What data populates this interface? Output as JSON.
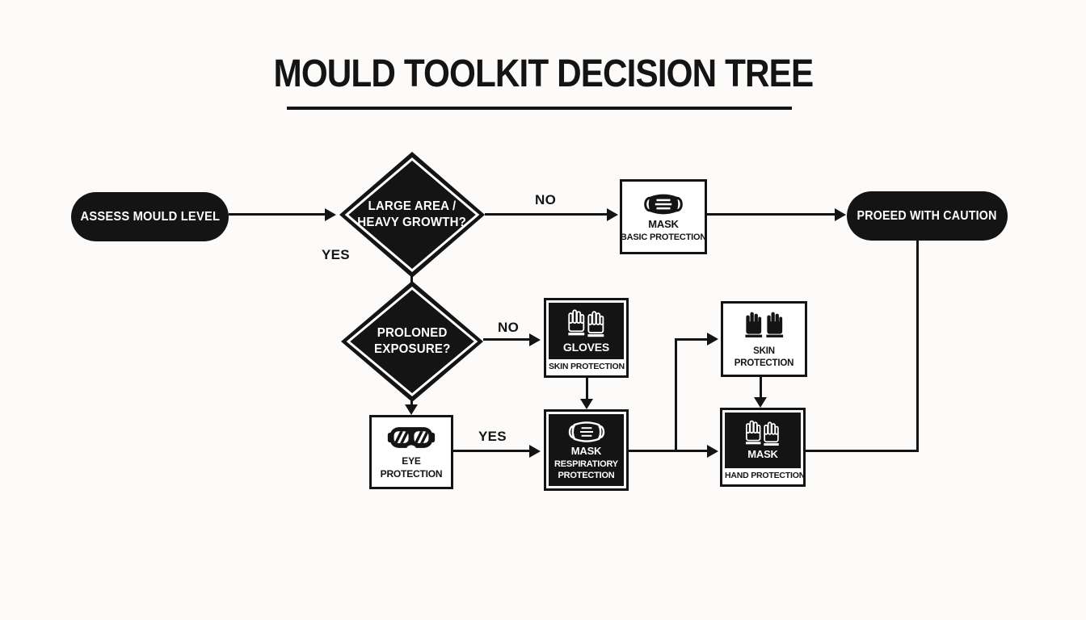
{
  "title": "MOULD TOOLKIT DECISION TREE",
  "colors": {
    "ink": "#141414",
    "paper": "#fcfbf9"
  },
  "nodes": {
    "start": {
      "shape": "pill",
      "label": "ASSESS MOULD LEVEL"
    },
    "decision_large_area": {
      "shape": "diamond",
      "label_line1": "LARGE AREA /",
      "label_line2": "HEAVY GROWTH?"
    },
    "mask_basic": {
      "icon": "mask-icon",
      "title": "MASK",
      "subtitle": "BASIC PROTECTION"
    },
    "proceed": {
      "shape": "pill",
      "label": "PROEED WITH CAUTION"
    },
    "decision_prolonged": {
      "shape": "diamond",
      "label_line1": "PROLONED",
      "label_line2": "EXPOSURE?"
    },
    "gloves": {
      "icon": "gloves-icon",
      "title": "GLOVES",
      "strip": "SKIN PROTECTION"
    },
    "mask_respiratory": {
      "icon": "mask-icon",
      "line1": "MASK",
      "line2": "RESPIRATIORY",
      "line3": "PROTECTION"
    },
    "eye": {
      "icon": "goggles-icon",
      "line1": "EYE",
      "line2": "PROTECTION"
    },
    "skin": {
      "icon": "gloves-icon",
      "line1": "SKIN",
      "line2": "PROTECTION"
    },
    "mask_hand": {
      "icon": "gloves-icon",
      "title": "MASK",
      "strip": "HAND PROTECTION"
    }
  },
  "edge_labels": {
    "decision1_no": "NO",
    "decision1_yes": "YES",
    "decision2_no": "NO",
    "eye_yes": "YES"
  }
}
